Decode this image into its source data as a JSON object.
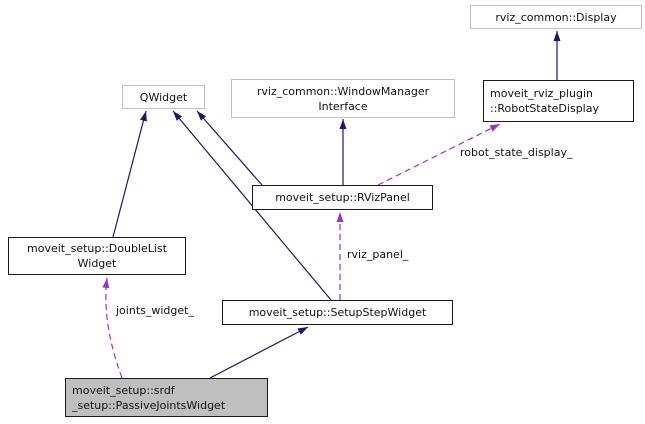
{
  "diagram": {
    "type": "collaboration-graph",
    "nodes": [
      {
        "id": "rviz-common-display",
        "lines": [
          "rviz_common::Display"
        ]
      },
      {
        "id": "qwidget",
        "lines": [
          "QWidget"
        ]
      },
      {
        "id": "window-manager-interface",
        "lines": [
          "rviz_common::WindowManager",
          "Interface"
        ]
      },
      {
        "id": "robot-state-display",
        "lines": [
          "moveit_rviz_plugin",
          "::RobotStateDisplay"
        ]
      },
      {
        "id": "rviz-panel",
        "lines": [
          "moveit_setup::RVizPanel"
        ]
      },
      {
        "id": "double-list-widget",
        "lines": [
          "moveit_setup::DoubleList",
          "Widget"
        ]
      },
      {
        "id": "setup-step-widget",
        "lines": [
          "moveit_setup::SetupStepWidget"
        ]
      },
      {
        "id": "passive-joints-widget",
        "lines": [
          "moveit_setup::srdf",
          "_setup::PassiveJointsWidget"
        ]
      }
    ],
    "edges": [
      {
        "from": "moveit_rviz_plugin::RobotStateDisplay",
        "to": "rviz_common::Display",
        "type": "inheritance"
      },
      {
        "from": "moveit_setup::RVizPanel",
        "to": "QWidget",
        "type": "inheritance"
      },
      {
        "from": "moveit_setup::RVizPanel",
        "to": "rviz_common::WindowManagerInterface",
        "type": "inheritance"
      },
      {
        "from": "moveit_setup::DoubleListWidget",
        "to": "QWidget",
        "type": "inheritance"
      },
      {
        "from": "moveit_setup::SetupStepWidget",
        "to": "QWidget",
        "type": "inheritance"
      },
      {
        "from": "moveit_setup::srdf_setup::PassiveJointsWidget",
        "to": "moveit_setup::SetupStepWidget",
        "type": "inheritance"
      },
      {
        "from": "moveit_setup::RVizPanel",
        "to": "moveit_rviz_plugin::RobotStateDisplay",
        "type": "usage",
        "label": "robot_state_display_"
      },
      {
        "from": "moveit_setup::SetupStepWidget",
        "to": "moveit_setup::RVizPanel",
        "type": "usage",
        "label": "rviz_panel_"
      },
      {
        "from": "moveit_setup::srdf_setup::PassiveJointsWidget",
        "to": "moveit_setup::DoubleListWidget",
        "type": "usage",
        "label": "joints_widget_"
      }
    ],
    "colors": {
      "inheritance_edge": "#191970",
      "usage_edge": "#9a32cd",
      "node_border_linked": "#1a1a1a",
      "node_border_plain": "#bfbfbf",
      "current_node_fill": "#bfbfbf",
      "background": "#ffffff"
    }
  }
}
